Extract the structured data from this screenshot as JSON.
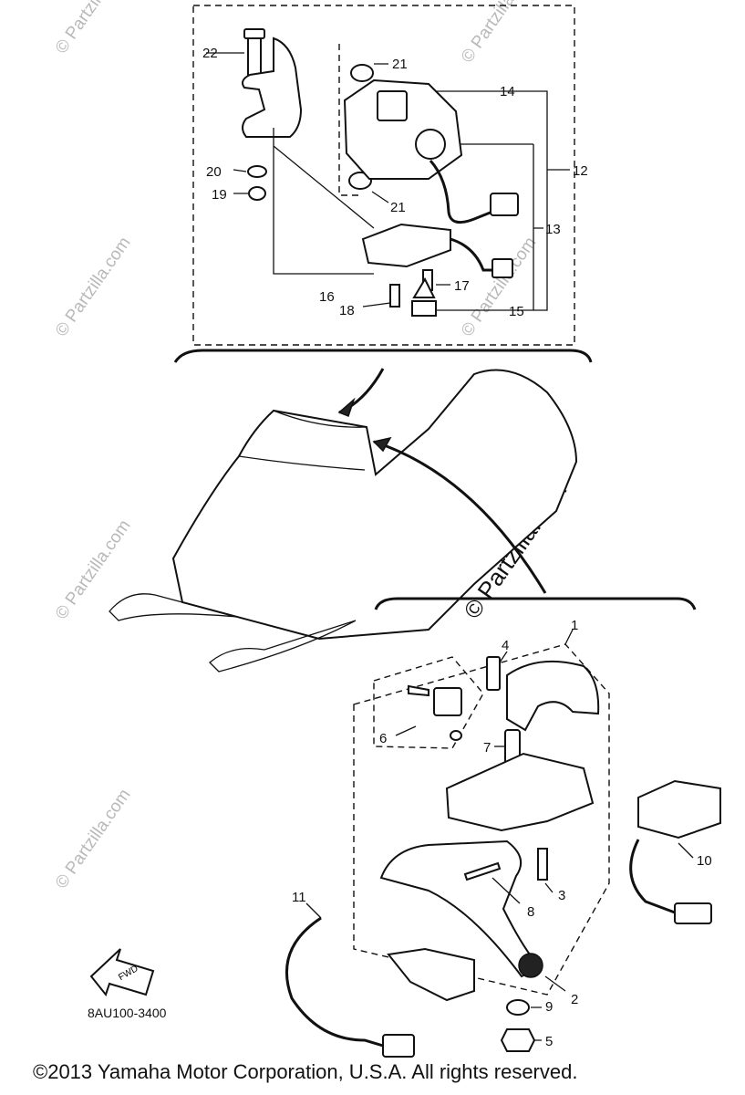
{
  "callouts": [
    {
      "id": "1",
      "label": "1"
    },
    {
      "id": "2",
      "label": "2"
    },
    {
      "id": "3",
      "label": "3"
    },
    {
      "id": "4",
      "label": "4"
    },
    {
      "id": "5",
      "label": "5"
    },
    {
      "id": "6",
      "label": "6"
    },
    {
      "id": "7",
      "label": "7"
    },
    {
      "id": "8",
      "label": "8"
    },
    {
      "id": "9",
      "label": "9"
    },
    {
      "id": "10",
      "label": "10"
    },
    {
      "id": "11",
      "label": "11"
    },
    {
      "id": "12",
      "label": "12"
    },
    {
      "id": "13",
      "label": "13"
    },
    {
      "id": "14",
      "label": "14"
    },
    {
      "id": "15",
      "label": "15"
    },
    {
      "id": "16",
      "label": "16"
    },
    {
      "id": "17",
      "label": "17"
    },
    {
      "id": "18",
      "label": "18"
    },
    {
      "id": "19",
      "label": "19"
    },
    {
      "id": "20",
      "label": "20"
    },
    {
      "id": "21a",
      "label": "21"
    },
    {
      "id": "21b",
      "label": "21"
    },
    {
      "id": "22",
      "label": "22"
    }
  ],
  "fwd_label": "FWD",
  "diagram_code": "8AU100-3400",
  "copyright": "©2013  Yamaha Motor Corporation, U.S.A. All rights reserved.",
  "watermark_text": "© Partzilla.com",
  "watermark_main": "© Partzilla.com"
}
